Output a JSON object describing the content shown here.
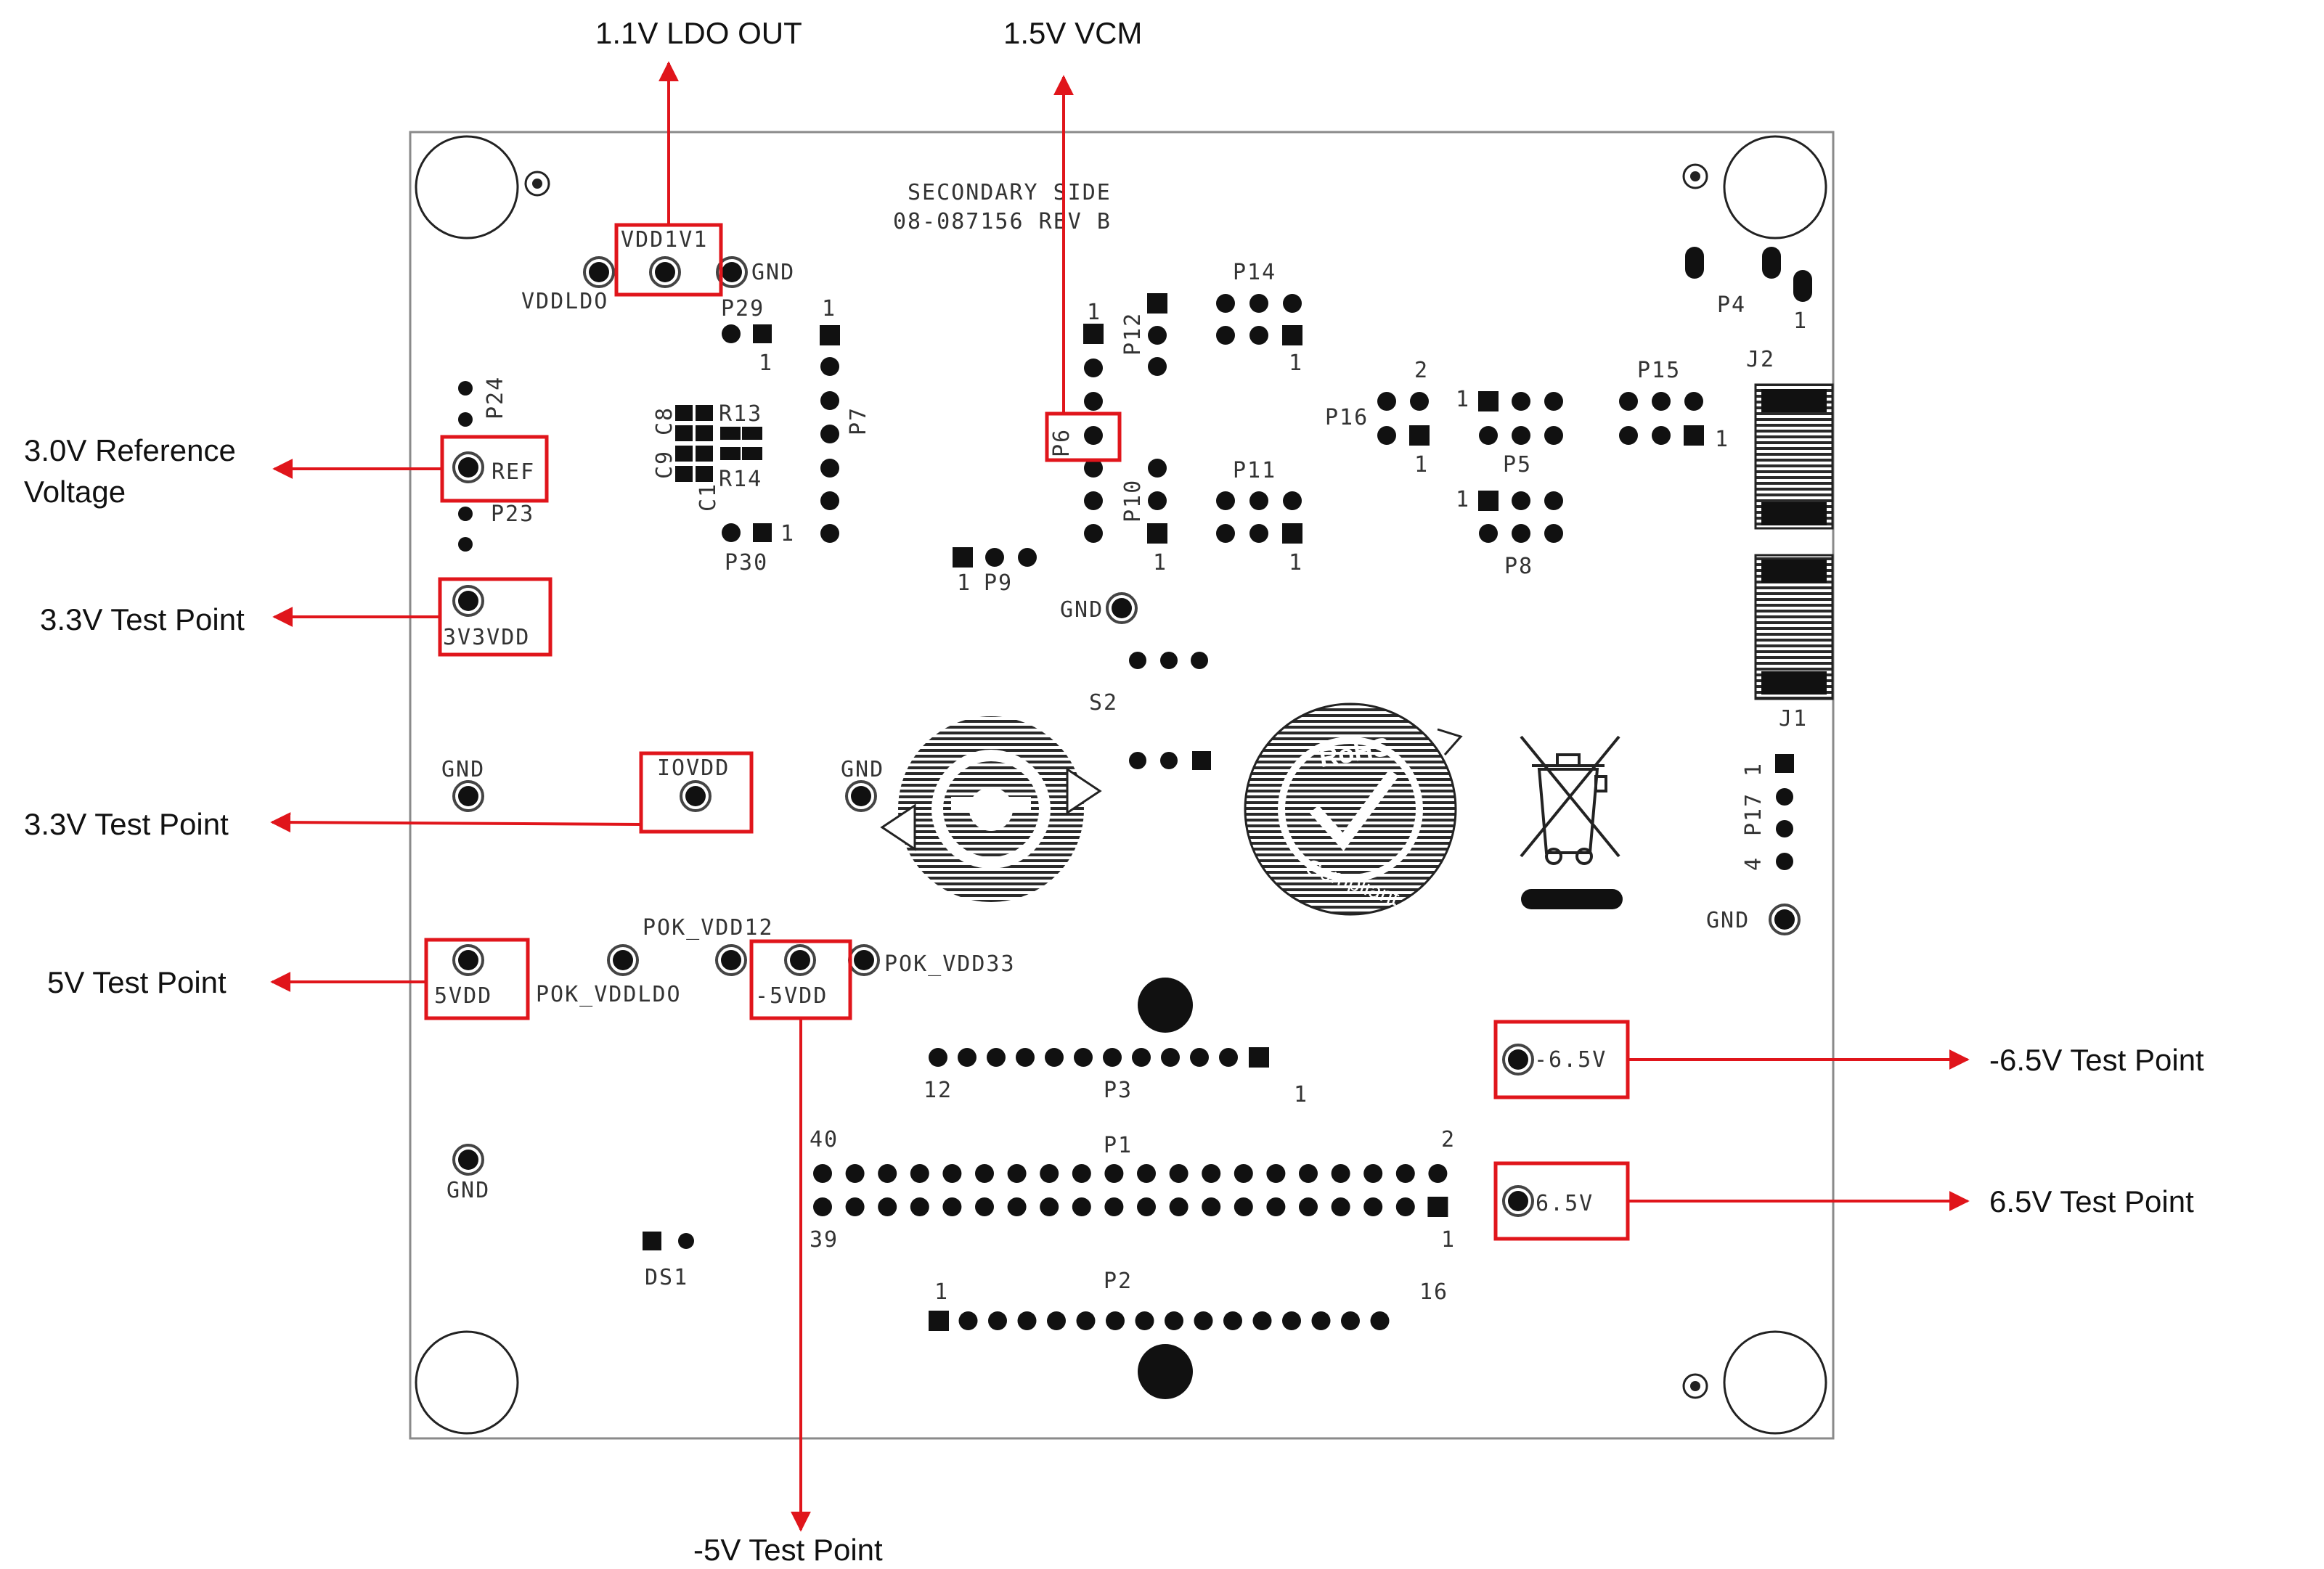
{
  "colors": {
    "annotation": "#e0151b",
    "pad": "#111111",
    "outline": "#8a8a8a",
    "silk": "#333333"
  },
  "board": {
    "title_line1": "SECONDARY SIDE",
    "title_line2": "08-087156 REV B"
  },
  "labels": {
    "vdd1v1": "VDD1V1",
    "vddldo": "VDDLDO",
    "gnd": "GND",
    "p29": "P29",
    "p30": "P30",
    "p7": "P7",
    "p6": "P6",
    "p12": "P12",
    "p10": "P10",
    "p14": "P14",
    "p11": "P11",
    "p9": "P9",
    "p16": "P16",
    "p5": "P5",
    "p8": "P8",
    "p15": "P15",
    "p4": "P4",
    "j2": "J2",
    "j1": "J1",
    "p24": "P24",
    "p23": "P23",
    "ref": "REF",
    "v3v3vdd": "3V3VDD",
    "iovdd": "IOVDD",
    "s2": "S2",
    "pok_vdd12": "POK_VDD12",
    "pok_vdd33": "POK_VDD33",
    "pok_vddldo": "POK_VDDLDO",
    "v5vdd": "5VDD",
    "neg5vdd": "-5VDD",
    "p3": "P3",
    "p1": "P1",
    "p2": "P2",
    "ds1": "DS1",
    "p17": "P17",
    "neg6v5": "-6.5V",
    "pos6v5": "6.5V",
    "r13": "R13",
    "r14": "R14",
    "c8": "C8",
    "c9": "C9",
    "c1": "C1",
    "n1": "1",
    "n2": "2",
    "n4": "4",
    "n12": "12",
    "n16": "16",
    "n39": "39",
    "n40": "40",
    "rohs": "RoHS",
    "rohs_compliant": "Compliant"
  },
  "annotations": {
    "ldo_out": "1.1V LDO OUT",
    "vcm": "1.5V VCM",
    "ref_line1": "3.0V Reference",
    "ref_line2": "Voltage",
    "tp_3v3_a": "3.3V Test Point",
    "tp_3v3_b": "3.3V Test Point",
    "tp_5v": "5V Test Point",
    "tp_neg5v": "-5V Test Point",
    "tp_neg6v5": "-6.5V Test Point",
    "tp_6v5": "6.5V Test Point"
  }
}
